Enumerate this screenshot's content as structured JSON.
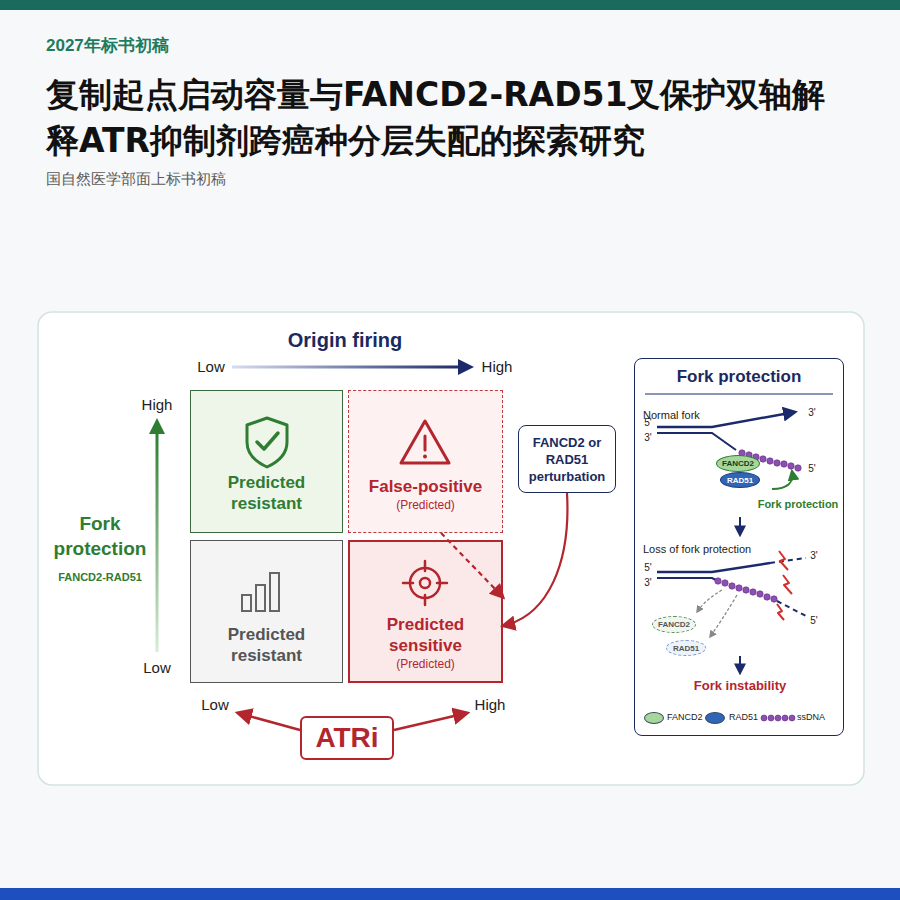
{
  "diagram": {
    "title": "复制起点启动容量与FANCD2-RAD51叉保护双轴解释ATR抑制剂跨癌种分层失配的探索研究",
    "nodes": [
      {
        "text": [
          "Predicted resistant"
        ]
      },
      {
        "text": [
          "False-positive",
          "(Predicted)"
        ]
      },
      {
        "text": [
          "Predicted resistant"
        ]
      },
      {
        "text": [
          "Predicted sensitive",
          "(Predicted)"
        ]
      },
      {
        "text": [
          "FANCD2 or RAD51 perturbation"
        ]
      },
      {
        "text": [
          "ATRi"
        ]
      },
      {
        "text": [
          "Fork protection"
        ]
      },
      {
        "text": [
          "FANCD2"
        ],
        "in": 6
      },
      {
        "text": [
          "RAD51"
        ],
        "in": 6
      },
      {
        "text": [
          "FANCD2"
        ],
        "in": 6
      },
      {
        "text": [
          "RAD51"
        ],
        "in": 6
      }
    ],
    "edges": [
      {
        "from": 4,
        "to": 3,
        "arrow": "to"
      },
      {
        "from": 1,
        "to": 3,
        "arrow": "to"
      }
    ],
    "labels": [
      "2027年标书初稿",
      "国自然医学部面上标书初稿",
      "Origin firing",
      "Low",
      "High",
      "High",
      "Fork protection",
      "FANCD2-RAD51",
      "Low",
      "Low",
      "High",
      "Normal fork",
      "5'",
      "3'",
      "3'",
      "5'",
      "Fork protection",
      "Loss of fork protection",
      "5'",
      "3'",
      "3'",
      "5'",
      "Fork instability"
    ],
    "legend": [
      {
        "text": "FANCD2",
        "color": "#a5d69c"
      },
      {
        "text": "RAD51",
        "color": "#2f66b8"
      },
      {
        "text": "ssDNA"
      }
    ]
  }
}
